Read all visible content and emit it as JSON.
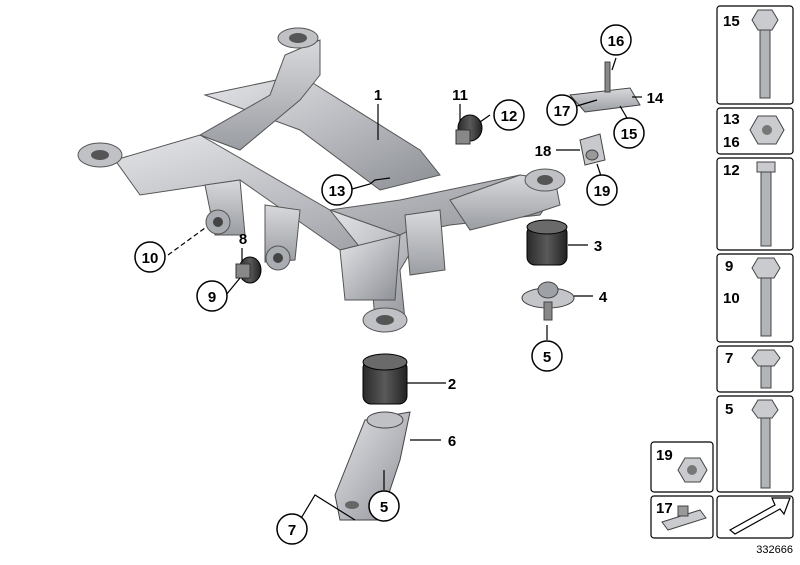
{
  "diagram_id": "332666",
  "callouts": {
    "c1": "1",
    "c2": "2",
    "c3": "3",
    "c4": "4",
    "c5a": "5",
    "c5b": "5",
    "c6": "6",
    "c7": "7",
    "c8": "8",
    "c9": "9",
    "c10": "10",
    "c11": "11",
    "c12": "12",
    "c13": "13",
    "c14": "14",
    "c15": "15",
    "c16": "16",
    "c17": "17",
    "c18": "18",
    "c19": "19"
  },
  "side_panel": {
    "p15": "15",
    "p13": "13",
    "p16": "16",
    "p12": "12",
    "p9": "9",
    "p10": "10",
    "p7": "7",
    "p5": "5",
    "p19": "19",
    "p17": "17"
  },
  "colors": {
    "part_fill": "#c9cbcf",
    "part_dark": "#8e9196",
    "bushing": "#3a3a3a",
    "stroke": "#000000"
  }
}
